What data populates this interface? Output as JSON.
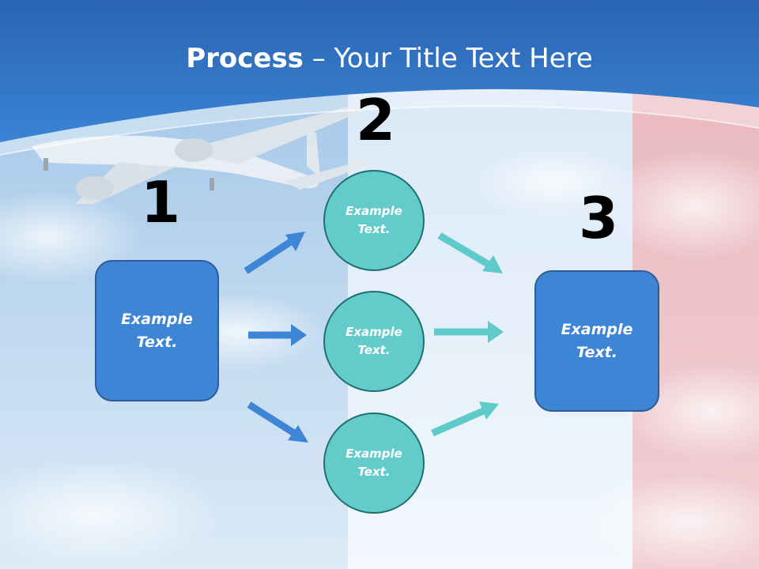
{
  "slide": {
    "title_bold": "Process",
    "title_rest": " – Your Title Text Here",
    "steps": [
      {
        "number": "1",
        "text": "Example\nText."
      },
      {
        "number": "2",
        "items": [
          "Example\nText.",
          "Example\nText.",
          "Example\nText."
        ]
      },
      {
        "number": "3",
        "text": "Example\nText."
      }
    ]
  },
  "colors": {
    "header_blue": "#2f6fbf",
    "box_blue": "#3f85d6",
    "circle_teal": "#63cccb",
    "arrow_blue": "#3f85d6",
    "arrow_teal": "#5fcaca"
  }
}
